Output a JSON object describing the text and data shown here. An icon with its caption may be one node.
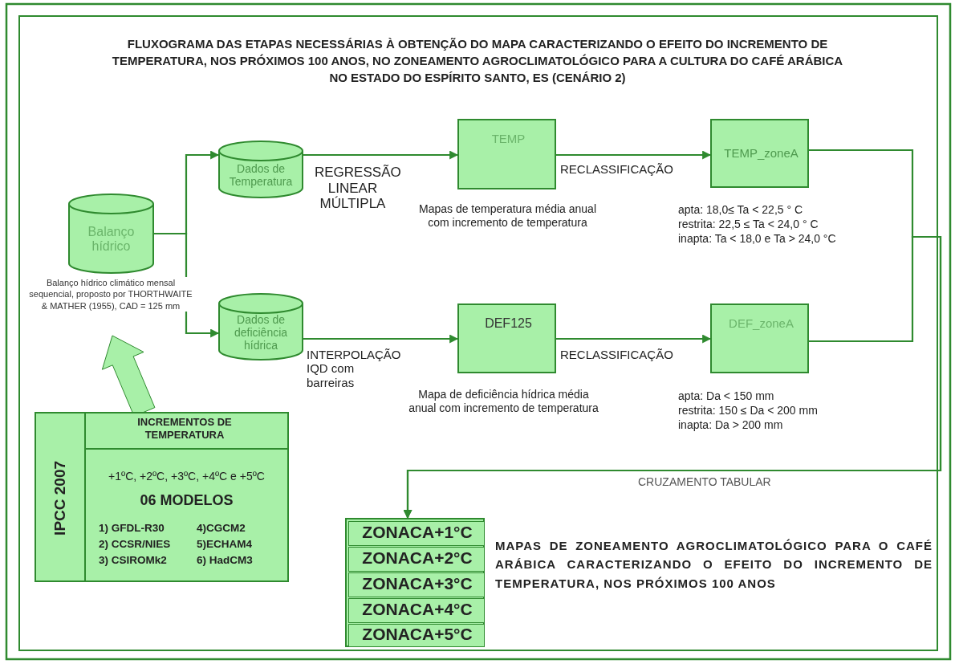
{
  "diagram": {
    "title": "FLUXOGRAMA DAS ETAPAS NECESSÁRIAS À OBTENÇÃO DO MAPA CARACTERIZANDO O EFEITO DO INCREMENTO DE TEMPERATURA, NOS PRÓXIMOS 100 ANOS, NO ZONEAMENTO AGROCLIMATOLÓGICO PARA A CULTURA DO CAFÉ ARÁBICA NO ESTADO DO ESPÍRITO SANTO, ES (CENÁRIO 2)",
    "nodes": [
      {
        "text": [
          "Balanço hídrico"
        ],
        "beside": [
          "Balanço hídrico climático mensal sequencial, proposto por THORTHWAITE & MATHER (1955), CAD = 125 mm"
        ]
      },
      {
        "text": [
          "Dados de Temperatura"
        ]
      },
      {
        "text": [
          "Dados de deficiência hídrica"
        ]
      },
      {
        "text": [
          "TEMP"
        ],
        "beside": [
          "Mapas de temperatura média anual com incremento de temperatura"
        ]
      },
      {
        "text": [
          "DEF125"
        ],
        "beside": [
          "Mapa de deficiência hídrica média anual com incremento de temperatura"
        ]
      },
      {
        "text": [
          "TEMP_zoneA"
        ],
        "beside": [
          "apta: 18,0≤ Ta < 22,5 ° C",
          "restrita: 22,5 ≤ Ta < 24,0 ° C",
          "inapta: Ta < 18,0 e Ta > 24,0 °C"
        ]
      },
      {
        "text": [
          "DEF_zoneA"
        ],
        "beside": [
          "apta: Da < 150 mm",
          "restrita: 150 ≤ Da < 200 mm",
          "inapta: Da > 200 mm"
        ]
      },
      {
        "text": [
          "INCREMENTOS DE TEMPERATURA",
          "IPCC 2007",
          "+1ºC, +2ºC, +3ºC, +4ºC e +5ºC",
          "06 MODELOS",
          "1) GFDL-R30",
          "4)CGCM2",
          "2) CCSR/NIES",
          "5)ECHAM4",
          "3) CSIROMk2",
          "6) HadCM3"
        ]
      },
      {
        "text": [],
        "shape": "box",
        "beside": [
          "MAPAS DE ZONEAMENTO AGROCLIMATOLÓGICO PARA O CAFÉ ARÁBICA CARACTERIZANDO O EFEITO DO INCREMENTO DE TEMPERATURA, NOS PRÓXIMOS 100 ANOS"
        ]
      },
      {
        "text": [
          "ZONACA+1°C"
        ],
        "in": 8
      },
      {
        "text": [
          "ZONACA+2°C"
        ],
        "in": 8
      },
      {
        "text": [
          "ZONACA+3°C"
        ],
        "in": 8
      },
      {
        "text": [
          "ZONACA+4°C"
        ],
        "in": 8
      },
      {
        "text": [
          "ZONACA+5°C"
        ],
        "in": 8
      }
    ],
    "edges": [
      {
        "from": 0,
        "to": 1,
        "arrow": "to"
      },
      {
        "from": 0,
        "to": 2,
        "arrow": "to"
      },
      {
        "from": 1,
        "to": 3,
        "arrow": "to",
        "label": "REGRESSÃO LINEAR MÚLTIPLA"
      },
      {
        "from": 2,
        "to": 4,
        "arrow": "to",
        "label": "INTERPOLAÇÃO IQD com barreiras"
      },
      {
        "from": 3,
        "to": 5,
        "arrow": "to",
        "label": "RECLASSIFICAÇÃO"
      },
      {
        "from": 4,
        "to": 6,
        "arrow": "to",
        "label": "RECLASSIFICAÇÃO"
      },
      {
        "from": 5,
        "to": 8,
        "arrow": "to",
        "label": "CRUZAMENTO TABULAR"
      },
      {
        "from": 6,
        "to": 8,
        "arrow": "to"
      },
      {
        "from": 7,
        "to": 0,
        "arrow": "to",
        "style": "thick",
        "color": "#a8f0a8"
      }
    ]
  }
}
